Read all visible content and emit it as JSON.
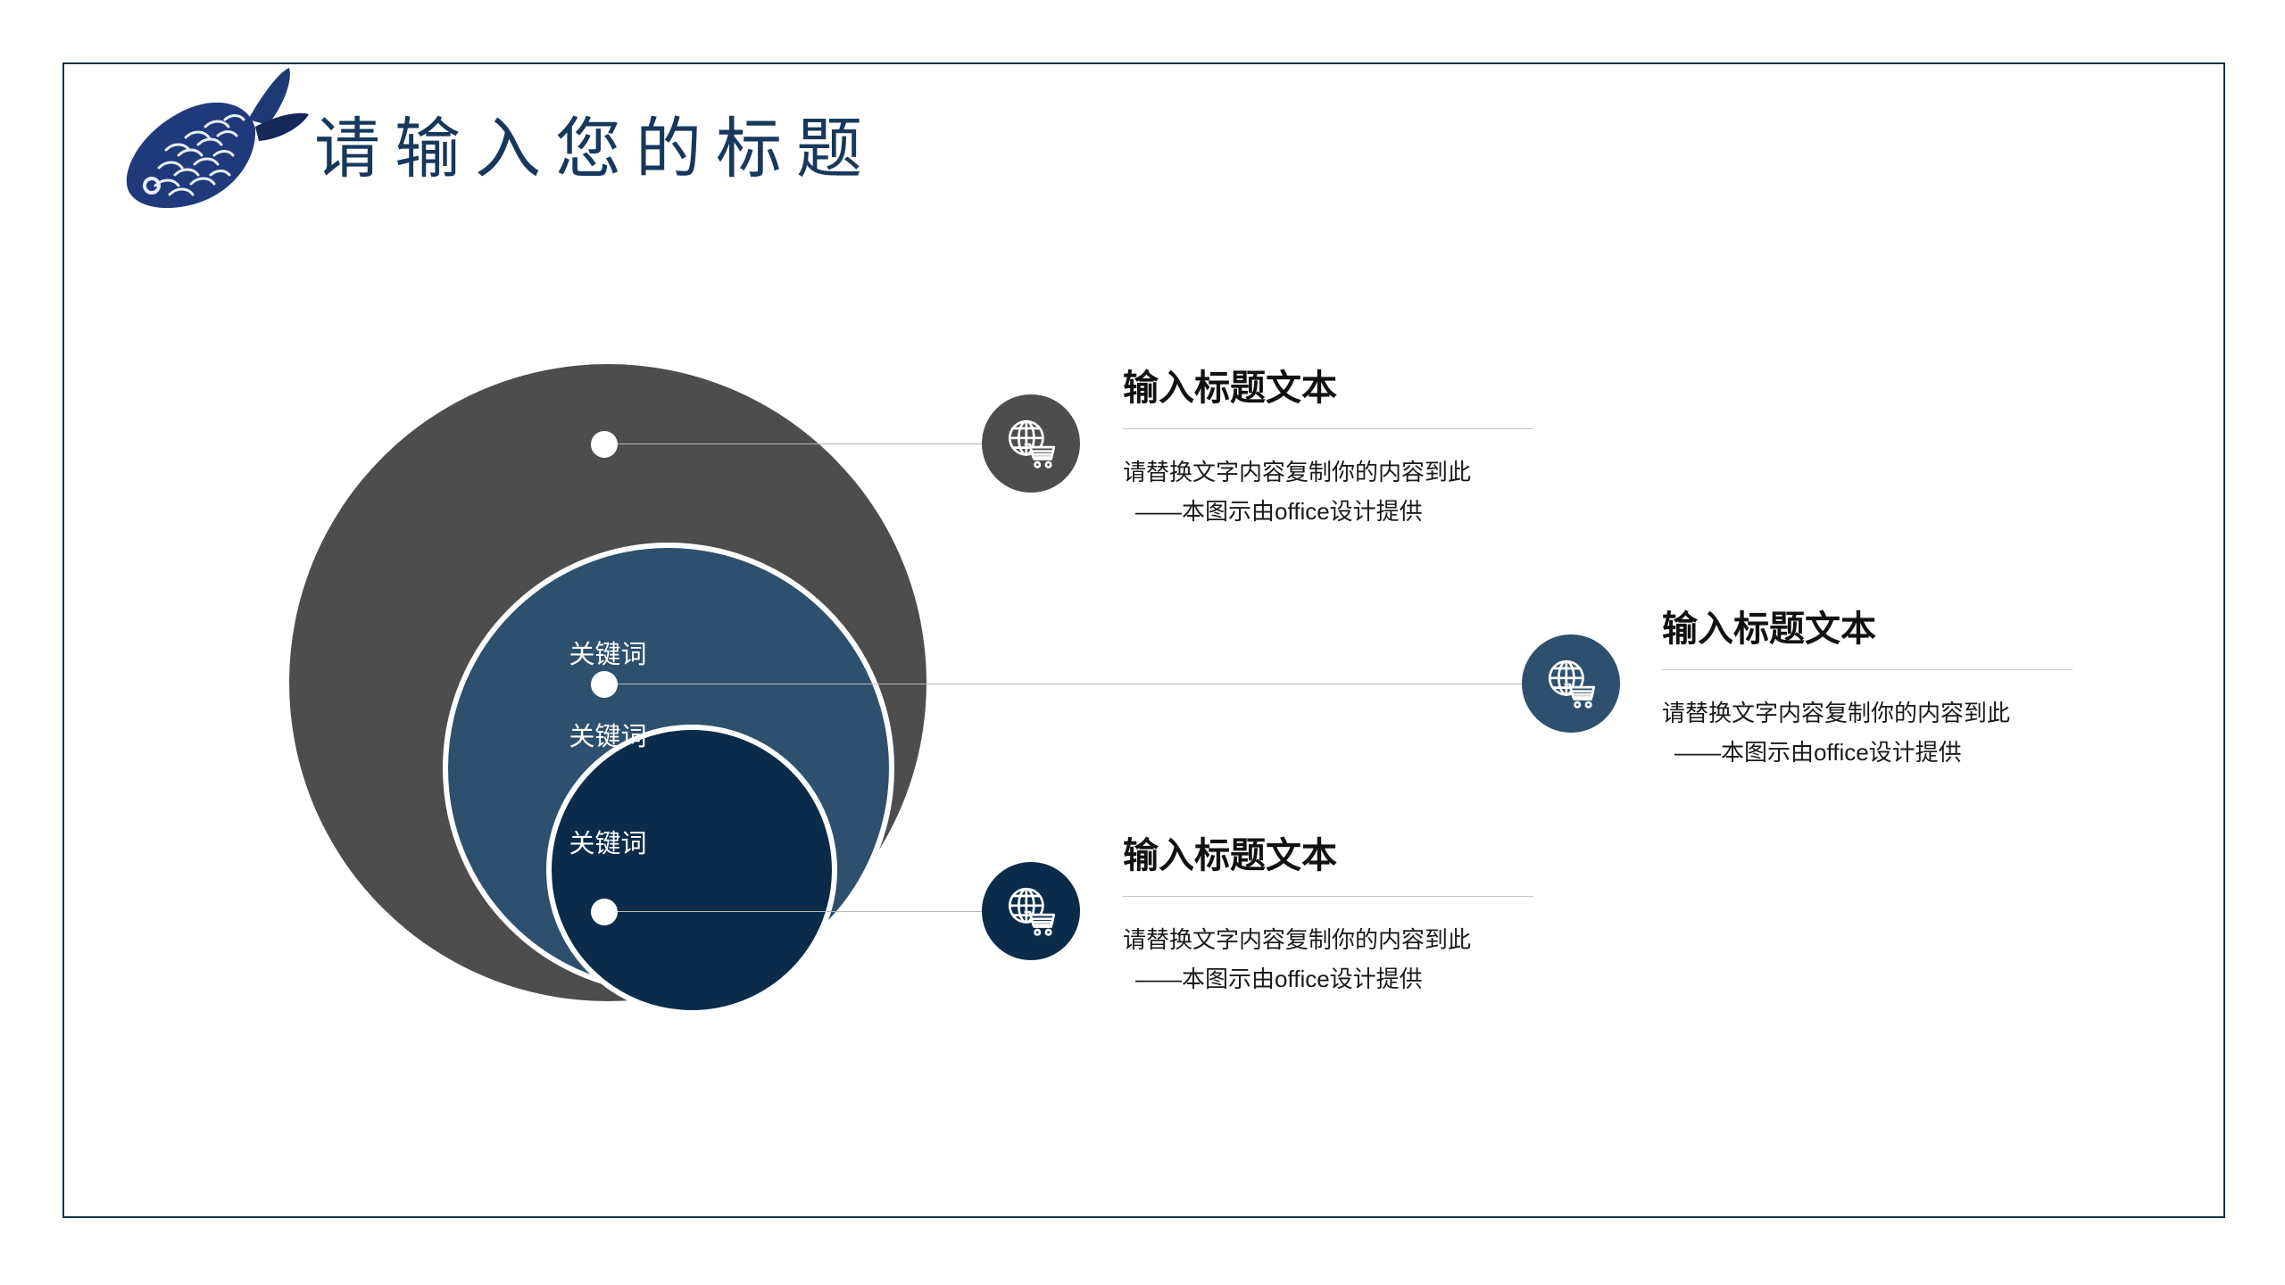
{
  "slide": {
    "title": "请输入您的标题",
    "logo_icon": "fish-icon",
    "border_color": "#12304f",
    "title_color": "#17385c",
    "background": "#ffffff"
  },
  "diagram": {
    "type": "concentric-circles",
    "rings": [
      {
        "id": "outer",
        "label": "关键词",
        "color": "#4d4d4d"
      },
      {
        "id": "middle",
        "label": "关键词",
        "color": "#2e506f"
      },
      {
        "id": "inner",
        "label": "关键词",
        "color": "#0a2c4a"
      }
    ]
  },
  "callouts": [
    {
      "id": "callout-1",
      "icon": "globe-cart-icon",
      "icon_color": "#4d4d4d",
      "heading": "输入标题文本",
      "body_line1": "请替换文字内容复制你的内容到此",
      "body_line2": "——本图示由office设计提供"
    },
    {
      "id": "callout-2",
      "icon": "globe-cart-icon",
      "icon_color": "#2e506f",
      "heading": "输入标题文本",
      "body_line1": "请替换文字内容复制你的内容到此",
      "body_line2": "——本图示由office设计提供"
    },
    {
      "id": "callout-3",
      "icon": "globe-cart-icon",
      "icon_color": "#0a2c4a",
      "heading": "输入标题文本",
      "body_line1": "请替换文字内容复制你的内容到此",
      "body_line2": "——本图示由office设计提供"
    }
  ]
}
